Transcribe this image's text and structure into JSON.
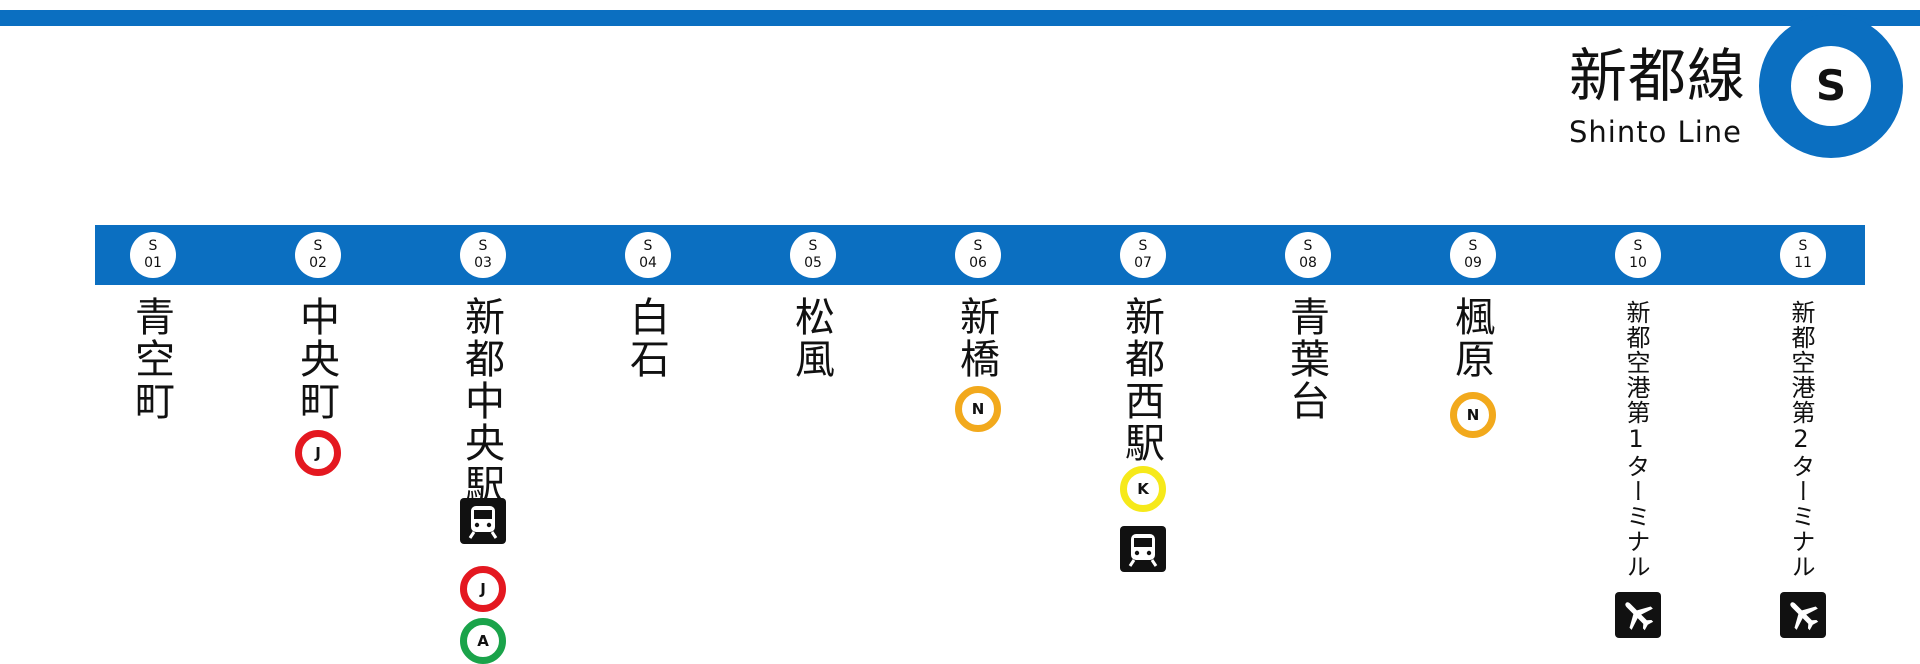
{
  "line": {
    "name_jp": "新都線",
    "name_en": "Shinto Line",
    "symbol": "S",
    "color": "#0b6fc1"
  },
  "stations": [
    {
      "code": "S",
      "num": "01",
      "name": "青空町",
      "transfers": [],
      "facilities": []
    },
    {
      "code": "S",
      "num": "02",
      "name": "中央町",
      "transfers": [
        {
          "letter": "J",
          "color": "#e41820"
        }
      ],
      "facilities": []
    },
    {
      "code": "S",
      "num": "03",
      "name": "新都中央駅",
      "transfers": [
        {
          "letter": "J",
          "color": "#e41820"
        },
        {
          "letter": "A",
          "color": "#1aa34a"
        }
      ],
      "facilities": [
        "train-icon"
      ]
    },
    {
      "code": "S",
      "num": "04",
      "name": "白石",
      "transfers": [],
      "facilities": []
    },
    {
      "code": "S",
      "num": "05",
      "name": "松風",
      "transfers": [],
      "facilities": []
    },
    {
      "code": "S",
      "num": "06",
      "name": "新橋",
      "transfers": [
        {
          "letter": "N",
          "color": "#f2a91c"
        }
      ],
      "facilities": []
    },
    {
      "code": "S",
      "num": "07",
      "name": "新都西駅",
      "transfers": [
        {
          "letter": "K",
          "color": "#f6e91a"
        }
      ],
      "facilities": [
        "train-icon"
      ]
    },
    {
      "code": "S",
      "num": "08",
      "name": "青葉台",
      "transfers": [],
      "facilities": []
    },
    {
      "code": "S",
      "num": "09",
      "name": "楓原",
      "transfers": [
        {
          "letter": "N",
          "color": "#f2a91c"
        }
      ],
      "facilities": []
    },
    {
      "code": "S",
      "num": "10",
      "name": "新都空港第1ターミナル",
      "transfers": [],
      "facilities": [
        "airplane-icon"
      ]
    },
    {
      "code": "S",
      "num": "11",
      "name": "新都空港第2ターミナル",
      "transfers": [],
      "facilities": [
        "airplane-icon"
      ]
    }
  ]
}
